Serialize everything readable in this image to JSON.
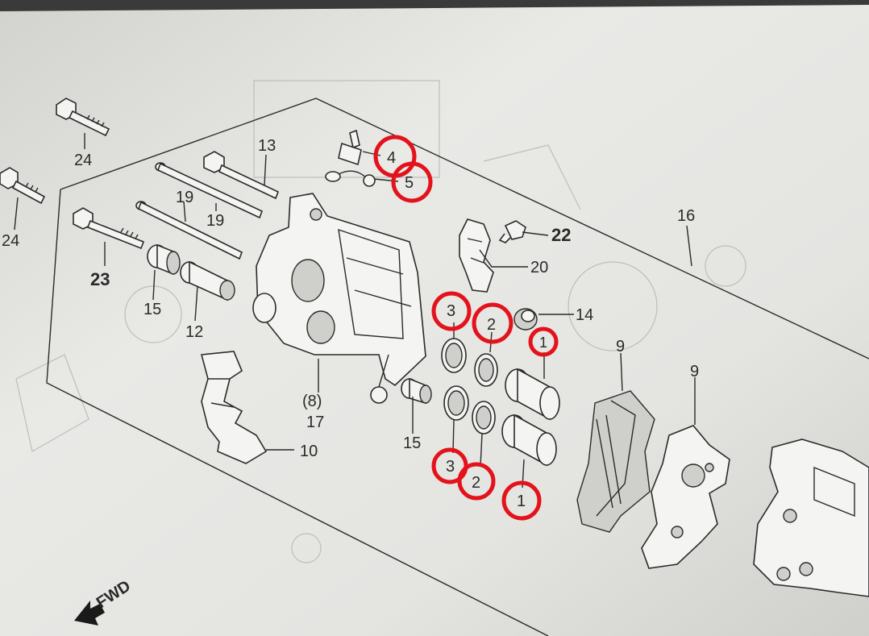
{
  "diagram": {
    "fwd_label": "FWD",
    "callouts": {
      "c24a": "24",
      "c24b": "24",
      "c13": "13",
      "c19a": "19",
      "c19b": "19",
      "c23": "23",
      "c15a": "15",
      "c12": "12",
      "c8": "(8)",
      "c17": "17",
      "c10": "10",
      "c15b": "15",
      "c4": "4",
      "c5": "5",
      "c22": "22",
      "c20": "20",
      "c16": "16",
      "c14": "14",
      "c3a": "3",
      "c2a": "2",
      "c1a": "1",
      "c3b": "3",
      "c2b": "2",
      "c1b": "1",
      "c9a": "9",
      "c9b": "9"
    },
    "highlight_color": "#e3121b"
  }
}
